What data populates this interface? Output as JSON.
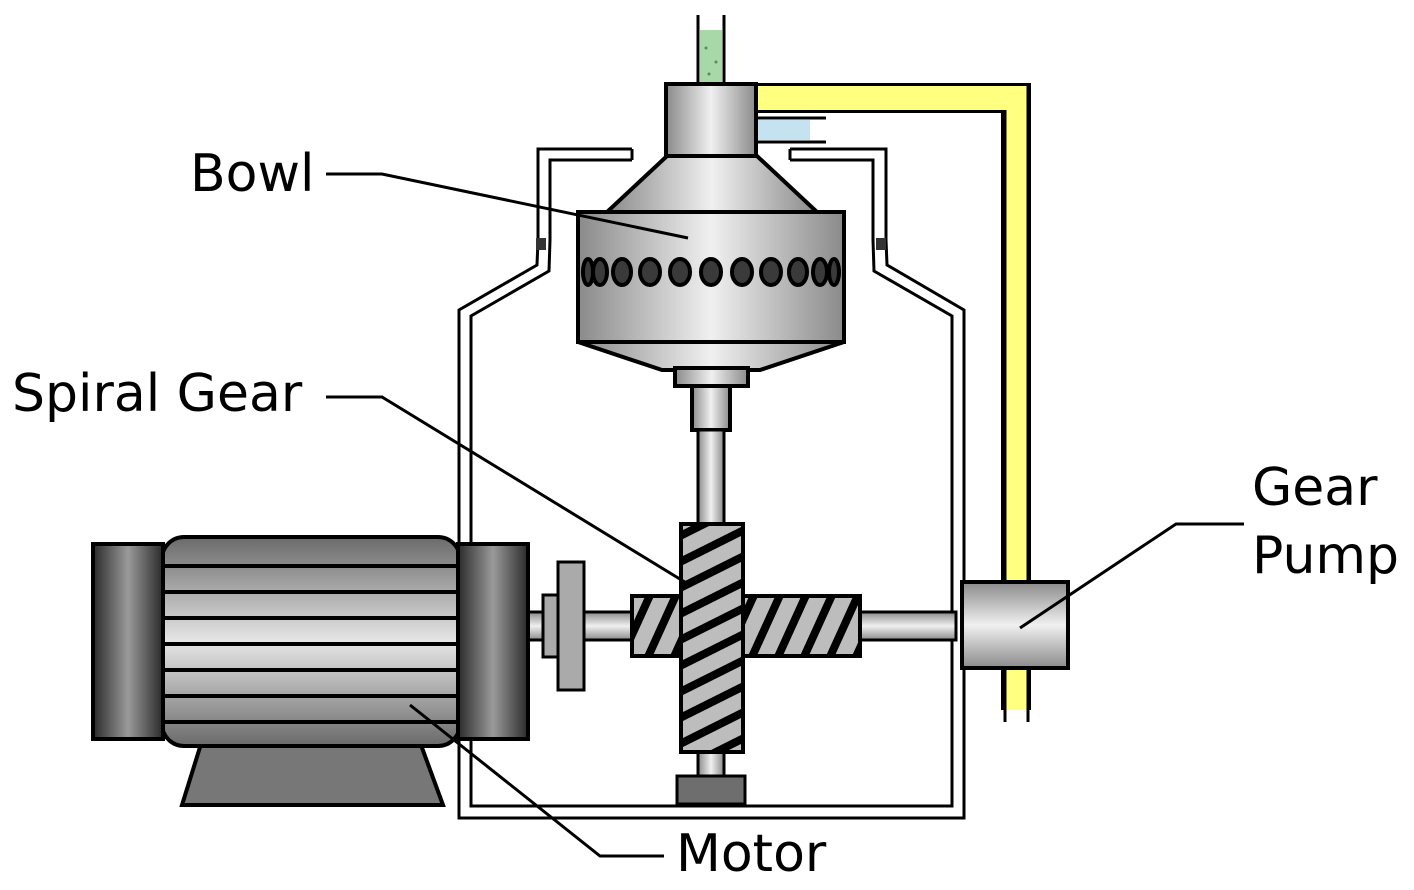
{
  "labels": {
    "bowl": "Bowl",
    "spiral_gear": "Spiral Gear",
    "gear_pump_line1": "Gear",
    "gear_pump_line2": "Pump",
    "motor": "Motor"
  },
  "colors": {
    "outline": "#000000",
    "oil_line": "#ffff80",
    "milk_inlet": "#a8d8a8",
    "cream_outlet": "#c4e2f0",
    "metal_light": "#eeeeee",
    "metal_dark": "#8a8a8a",
    "motor_dark": "#2e2e2e",
    "motor_base": "#777777",
    "gear_fill": "#bdbdbd"
  },
  "icons": {
    "bowl": "centrifuge-bowl-icon",
    "spiral_gear": "spiral-gear-icon",
    "gear_pump": "gear-pump-icon",
    "motor": "electric-motor-icon"
  }
}
